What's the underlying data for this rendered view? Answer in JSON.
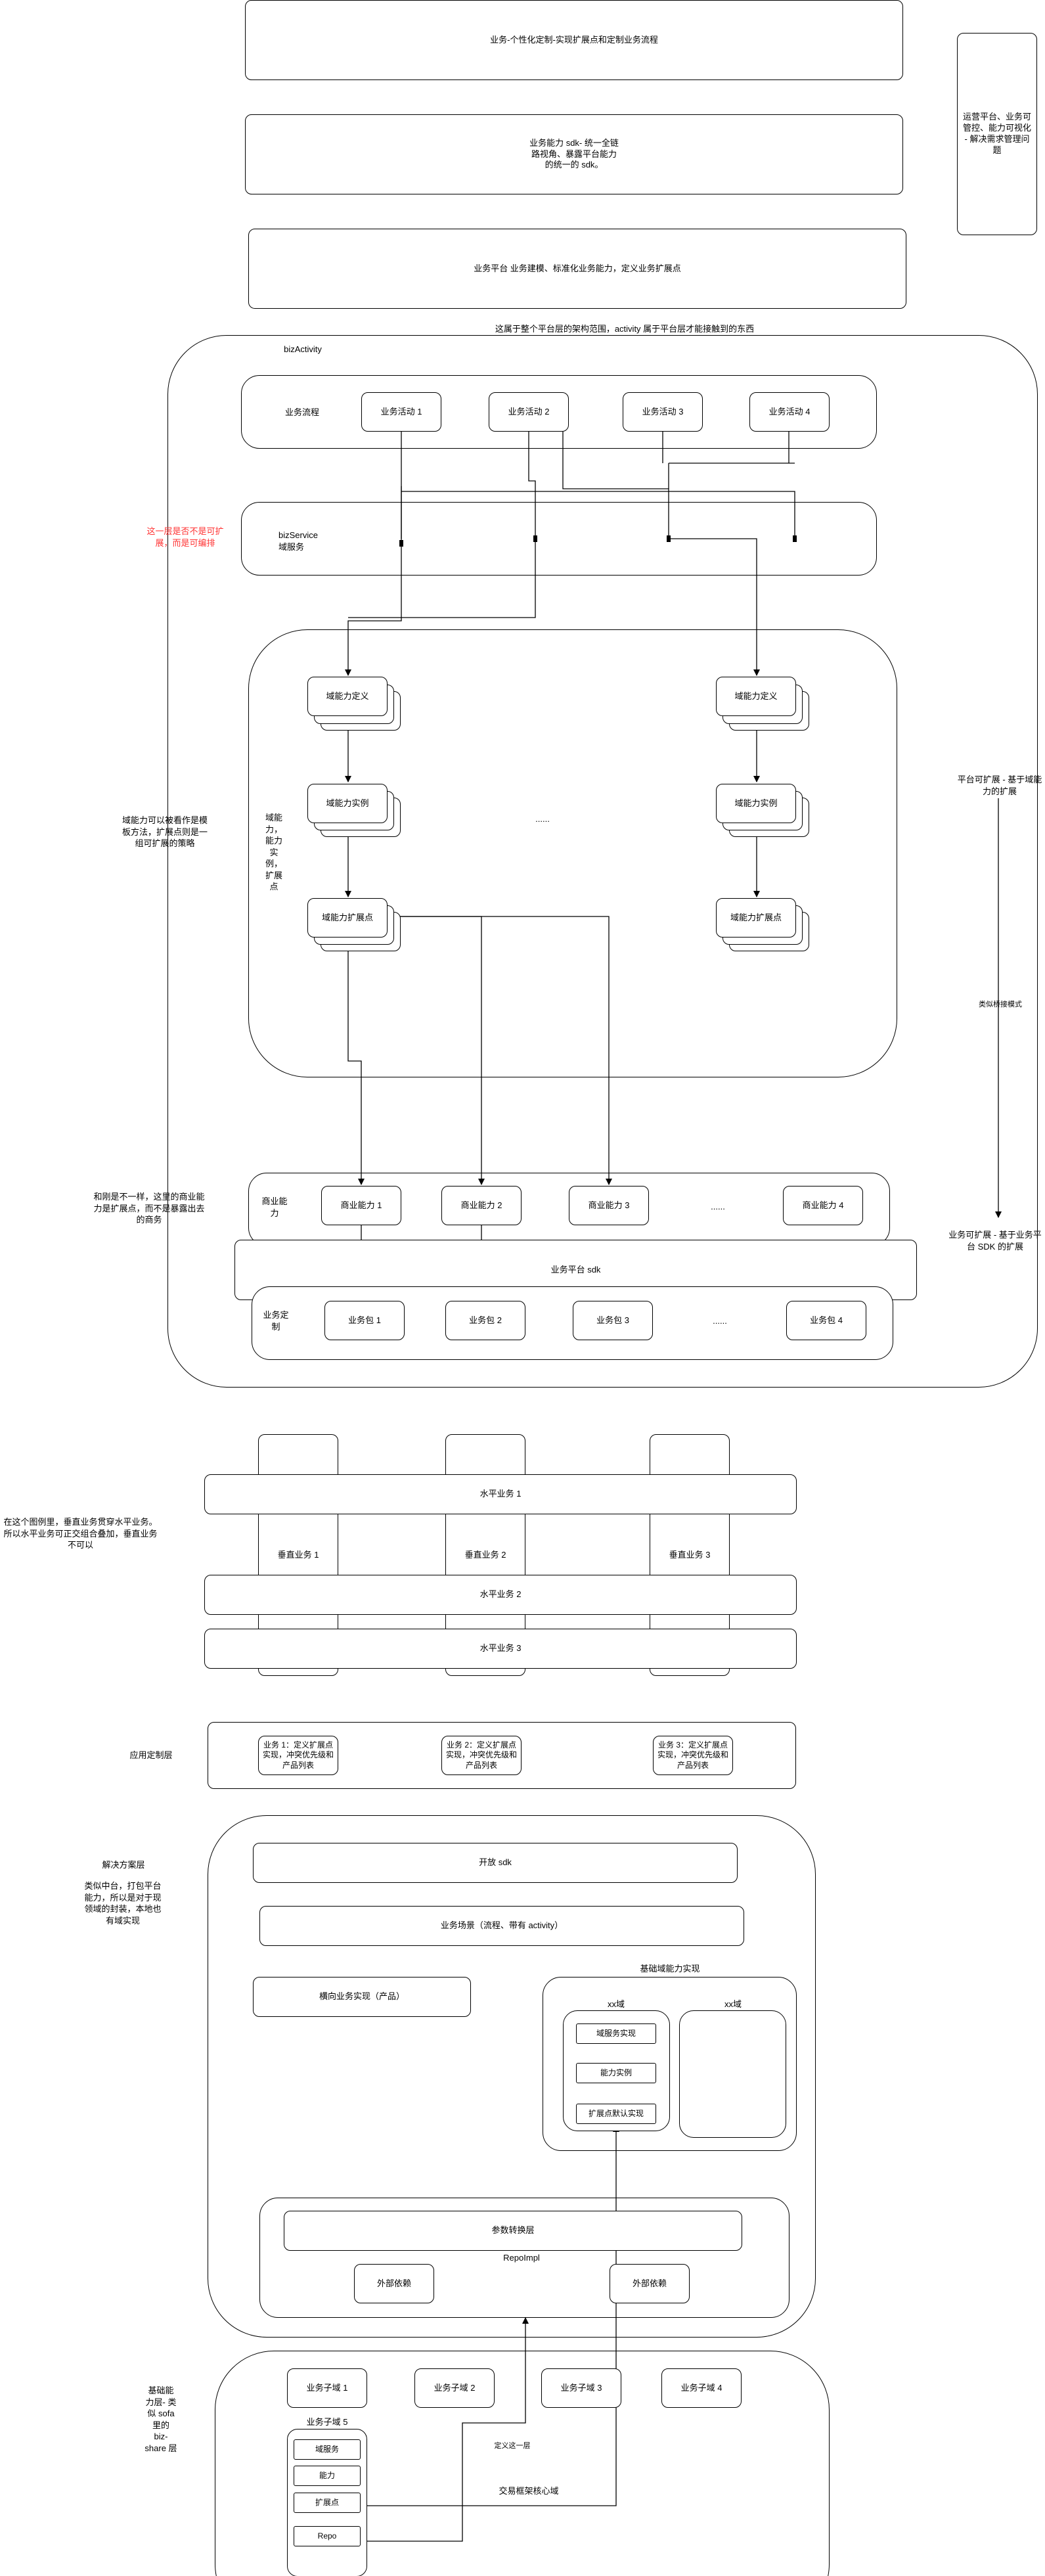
{
  "top_section": {
    "layer_personalized": "业务-个性化定制-实现扩展点和定制业务流程",
    "layer_sdk": "业务能力 sdk- 统一全链路视角、暴露平台能力的统一的 sdk。",
    "layer_platform": "业务平台 业务建模、标准化业务能力，定义业务扩展点",
    "right_note": "运营平台、业务可管控、能力可视化 - 解决需求管理问题",
    "scope_note": "这属于整个平台层的架构范围，activity 属于平台层才能接触到的东西"
  },
  "biz_activity": {
    "title": "bizActivity",
    "process_label": "业务流程",
    "activities": [
      "业务活动 1",
      "业务活动 2",
      "业务活动 3",
      "业务活动 4"
    ],
    "service_label": "bizService\n域服务",
    "red_note": "这一层是否不是可扩展，而是可编排",
    "domain_group_label": "域能力，能力实例，扩展点",
    "domain_ability": {
      "definition": "域能力定义",
      "instance": "域能力实例",
      "extension": "域能力扩展点"
    },
    "ellipsis": "......",
    "domain_note": "域能力可以被看作是模板方法，扩展点则是一组可扩展的策略",
    "business_ability_label": "商业能力",
    "business_abilities": [
      "商业能力 1",
      "商业能力 2",
      "商业能力 3",
      "商业能力 4"
    ],
    "business_note": "和刚是不一样，这里的商业能力是扩展点，而不是暴露出去的商务",
    "platform_sdk": "业务平台 sdk",
    "customization_label": "业务定制",
    "packages": [
      "业务包 1",
      "业务包 2",
      "业务包 3",
      "业务包 4"
    ],
    "platform_extension_note": "平台可扩展 - 基于域能力的扩展",
    "bridge_note": "类似桥接模式",
    "business_extension_note": "业务可扩展 - 基于业务平台 SDK 的扩展"
  },
  "matrix": {
    "verticals": [
      "垂直业务 1",
      "垂直业务 2",
      "垂直业务 3"
    ],
    "horizontals": [
      "水平业务 1",
      "水平业务 2",
      "水平业务 3"
    ],
    "note": "在这个图例里，垂直业务贯穿水平业务。所以水平业务可正交组合叠加，垂直业务不可以"
  },
  "app_custom": {
    "label": "应用定制层",
    "items": [
      "业务 1：定义扩展点实现，冲突优先级和产品列表",
      "业务 2：定义扩展点实现，冲突优先级和产品列表",
      "业务 3：定义扩展点实现，冲突优先级和产品列表"
    ]
  },
  "solution": {
    "label": "解决方案层",
    "note": "类似中台，打包平台能力，所以是对于现领域的封装，本地也有域实现",
    "open_sdk": "开放 sdk",
    "scenario": "业务场景（流程、带有 activity）",
    "horizontal_impl": "横向业务实现（产品）",
    "base_domain": "基础域能力实现",
    "xx_domain": "xx域",
    "domain_service": "域服务实现",
    "ability_instance": "能力实例",
    "default_extension": "扩展点默认实现",
    "param_convert": "参数转换层",
    "repo_impl": "RepoImpl",
    "external_deps": [
      "外部依赖",
      "外部依赖"
    ]
  },
  "base_layer": {
    "label": "基础能力层- 类似 sofa 里的 biz-share 层",
    "subdomains": [
      "业务子域 1",
      "业务子域 2",
      "业务子域 3",
      "业务子域 4"
    ],
    "subdomain5": "业务子域 5",
    "subdomain5_items": [
      "域服务",
      "能力",
      "扩展点",
      "Repo"
    ],
    "define_label": "定义这一层",
    "core_label": "交易框架核心域"
  }
}
